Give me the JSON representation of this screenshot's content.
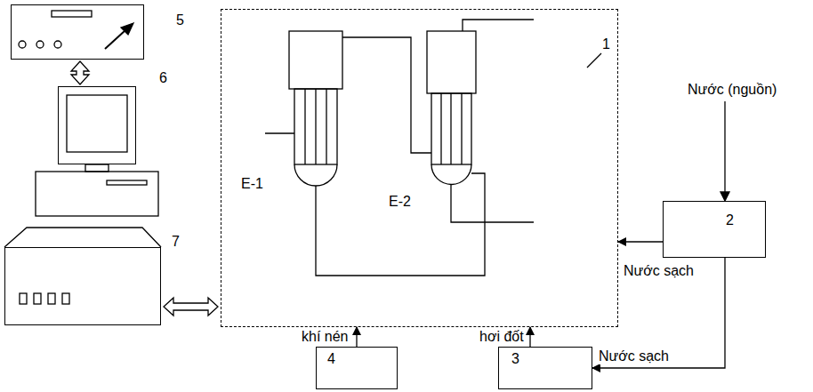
{
  "diagram": {
    "nodes": [
      {
        "text": [
          "5"
        ]
      },
      {
        "text": [
          "6"
        ]
      },
      {
        "text": [
          "7"
        ]
      },
      {
        "text": [
          "1"
        ]
      },
      {
        "text": [
          "2"
        ]
      },
      {
        "text": [
          "3"
        ]
      },
      {
        "text": [
          "4"
        ]
      }
    ],
    "edges": [
      {
        "from": 0,
        "to": 1,
        "arrow": "both"
      },
      {
        "from": 2,
        "to": 3,
        "arrow": "both"
      },
      {
        "from": 4,
        "to": 3,
        "label": "Nước sạch",
        "arrow": "to"
      },
      {
        "from": 4,
        "to": 5,
        "label": "Nước sạch",
        "arrow": "to"
      },
      {
        "from": 6,
        "to": 3,
        "label": "khí nén",
        "arrow": "to"
      },
      {
        "from": 5,
        "to": 3,
        "label": "hơi đốt",
        "arrow": "to"
      }
    ],
    "labels": [
      "Nước (nguồn)",
      "E-1",
      "E-2"
    ]
  }
}
